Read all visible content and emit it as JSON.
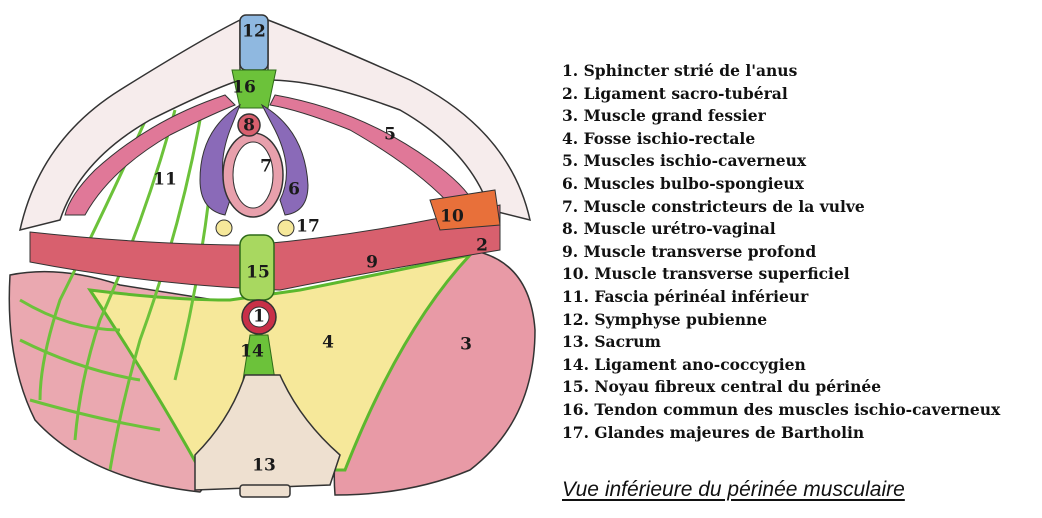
{
  "diagram": {
    "labels": [
      "1",
      "2",
      "3",
      "4",
      "5",
      "6",
      "7",
      "8",
      "9",
      "10",
      "11",
      "12",
      "13",
      "14",
      "15",
      "16",
      "17"
    ],
    "colors": {
      "muscle": "#e8a0ac",
      "muscle_dark": "#d8606e",
      "fossa": "#f6e89a",
      "ligament": "#5cb82e",
      "bone": "#f6ecec",
      "symphysis": "#8fb8e0",
      "sacrum": "#eee0d0",
      "bulbo": "#8a6ab8"
    }
  },
  "legend": [
    "1. Sphincter strié de l'anus",
    "2. Ligament sacro-tubéral",
    "3. Muscle grand fessier",
    "4. Fosse ischio-rectale",
    "5. Muscles ischio-caverneux",
    "6. Muscles bulbo-spongieux",
    "7. Muscle constricteurs de la vulve",
    "8. Muscle urétro-vaginal",
    "9. Muscle transverse profond",
    "10. Muscle transverse superficiel",
    "11. Fascia périnéal inférieur",
    "12. Symphyse pubienne",
    "13. Sacrum",
    "14. Ligament ano-coccygien",
    "15. Noyau fibreux central du périnée",
    "16. Tendon commun des muscles ischio-caverneux",
    "17. Glandes majeures de Bartholin"
  ],
  "caption": "Vue inférieure du périnée musculaire"
}
